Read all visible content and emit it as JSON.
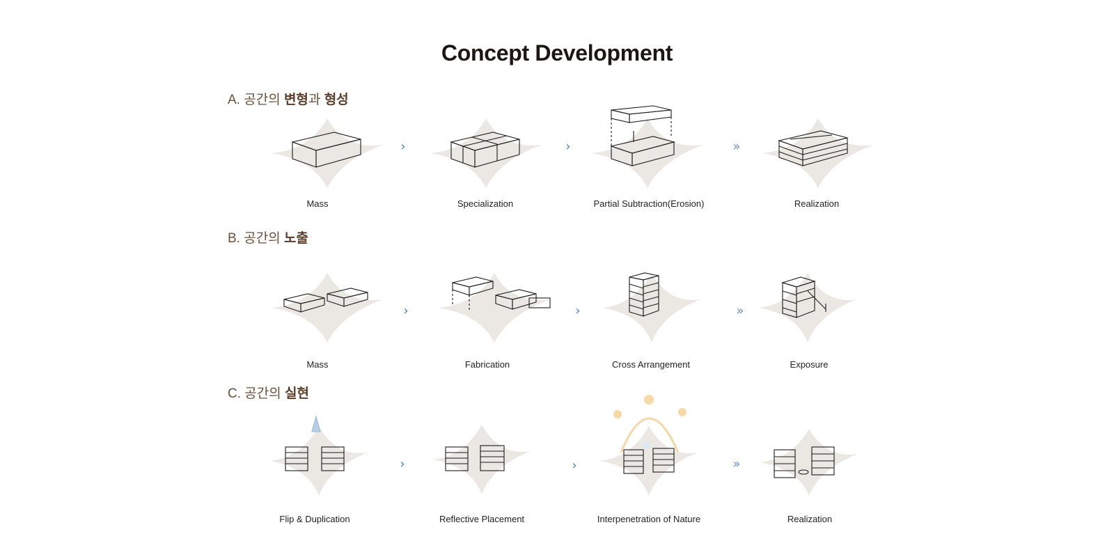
{
  "page": {
    "title": "Concept Development"
  },
  "sections": [
    {
      "id": "A",
      "heading_prefix": "A. 공간의 ",
      "heading_em1": "변형",
      "heading_mid": "과 ",
      "heading_em2": "형성",
      "steps": [
        "Mass",
        "Specialization",
        "Partial Subtraction(Erosion)",
        "Realization"
      ],
      "connectors": [
        "single",
        "single",
        "double"
      ]
    },
    {
      "id": "B",
      "heading_prefix": "B. 공간의 ",
      "heading_em1": "노출",
      "heading_mid": "",
      "heading_em2": "",
      "steps": [
        "Mass",
        "Fabrication",
        "Cross Arrangement",
        "Exposure"
      ],
      "connectors": [
        "single",
        "single",
        "double"
      ]
    },
    {
      "id": "C",
      "heading_prefix": "C. 공간의 ",
      "heading_em1": "실현",
      "heading_mid": "",
      "heading_em2": "",
      "steps": [
        "Flip & Duplication",
        "Reflective Placement",
        "Interpenetration of Nature",
        "Realization"
      ],
      "connectors": [
        "single",
        "single",
        "double"
      ]
    }
  ],
  "symbols": {
    "single_arrow": "›",
    "double_arrow": "»"
  },
  "colors": {
    "heading": "#6a4f3c",
    "arrow": "#4a7fb3",
    "pad": "#ebe7e2",
    "sun": "#f6d9a6"
  }
}
